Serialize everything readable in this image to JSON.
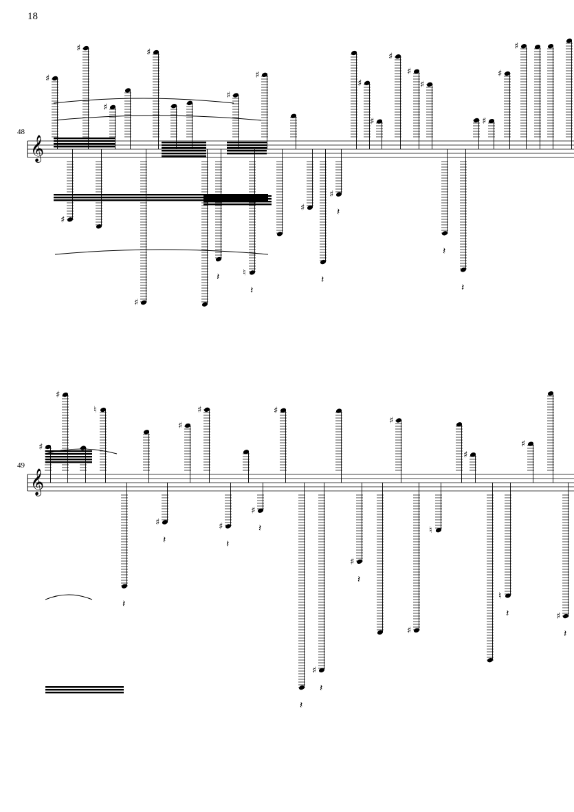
{
  "page": {
    "number": "18"
  },
  "systems": [
    {
      "measure_number": "48",
      "clef": "treble-clef"
    },
    {
      "measure_number": "49",
      "clef": "treble-clef"
    }
  ],
  "colors": {
    "ink": "#000000",
    "paper": "#ffffff"
  }
}
